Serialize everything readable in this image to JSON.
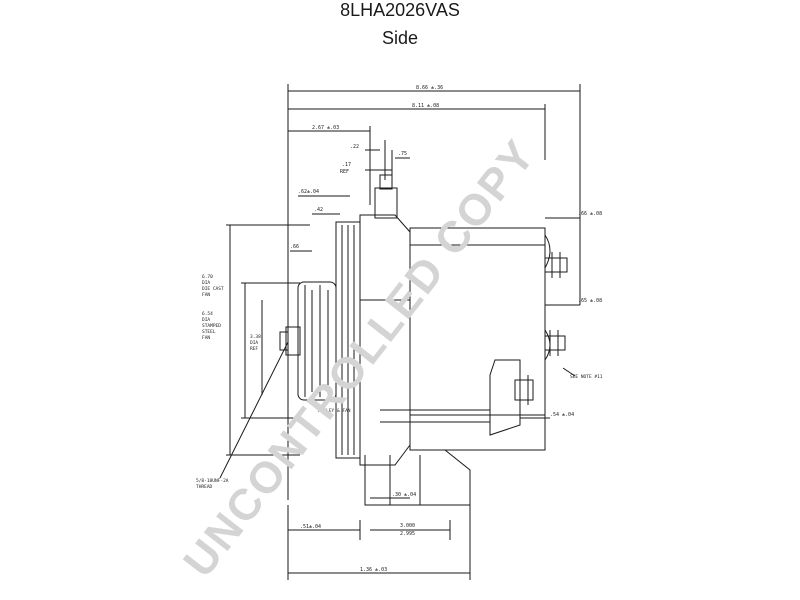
{
  "header": {
    "part_number": "8LHA2026VAS",
    "view_label": "Side"
  },
  "watermark": {
    "text": "UNCONTROLLED COPY"
  },
  "dimensions": {
    "overall_length": "8.66 ±.36",
    "length_to_terminal": "8.11 ±.08",
    "front_to_housing": "2.67 ±.03",
    "d_22": ".22",
    "d_75": ".75",
    "d_17_ref": ".17",
    "ref": "REF",
    "d_62": ".62±.04",
    "d_42": ".42",
    "d_66": ".66",
    "terminal_offset": ".66 ±.08",
    "terminal_offset_2": ".65 ±.08",
    "mount_offset": ".54 ±.04",
    "ear_width": ".30 ±.04",
    "front_offset": ".51±.04",
    "mount_span_1": "3.000",
    "mount_span_2": "2.995",
    "base_length": "1.36 ±.03"
  },
  "labels": {
    "fan_die_cast_1": "6.70",
    "fan_die_cast_2": "DIA",
    "fan_die_cast_3": "DIE CAST",
    "fan_die_cast_4": "FAN",
    "fan_steel_1": "6.54",
    "fan_steel_2": "DIA",
    "fan_steel_3": "STAMPED",
    "fan_steel_4": "STEEL",
    "fan_steel_5": "FAN",
    "pulley_1": "3.38",
    "pulley_2": "DIA",
    "pulley_3": "REF",
    "pulley_fan": "PULLEY & FAN",
    "thread_1": "5/8-18UNF-2A",
    "thread_2": "THREAD",
    "see_note": "SEE NOTE #11"
  }
}
